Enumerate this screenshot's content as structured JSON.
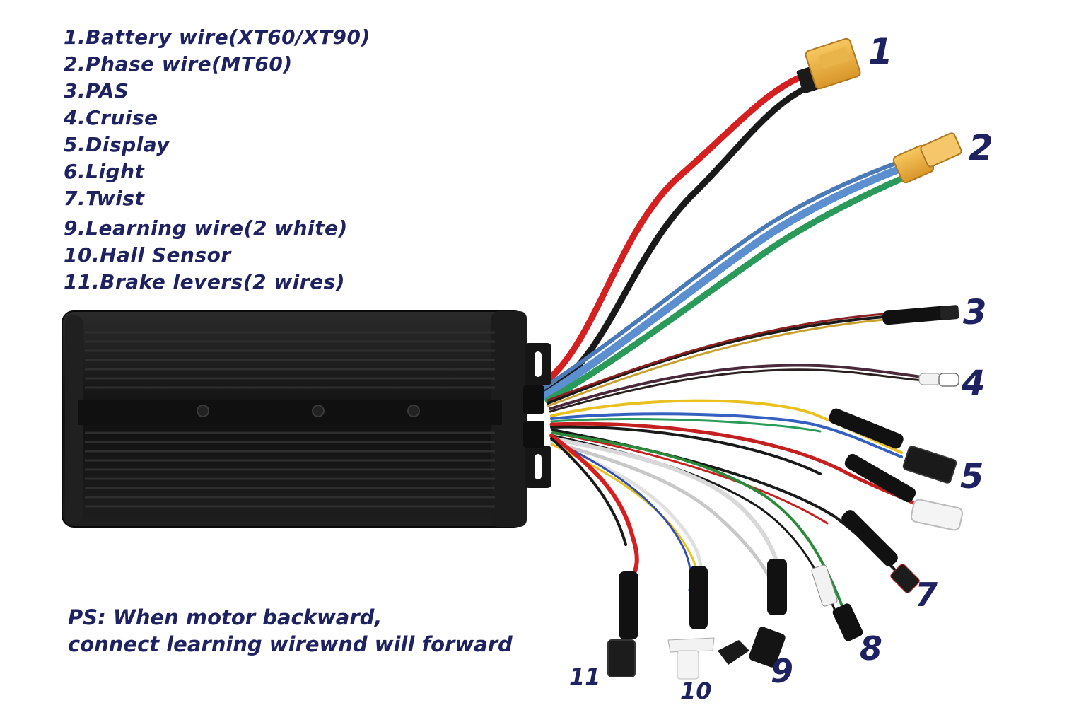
{
  "legend": [
    "1.Battery wire(XT60/XT90)",
    "2.Phase wire(MT60)",
    "3.PAS",
    "4.Cruise",
    "5.Display",
    "6.Light",
    "7.Twist",
    "9.Learning wire(2 white)",
    "10.Hall Sensor",
    "11.Brake levers(2 wires)"
  ],
  "note": {
    "line1": "PS: When motor backward,",
    "line2": "connect learning wirewnd will forward"
  },
  "callouts": [
    "1",
    "2",
    "3",
    "4",
    "5",
    "7",
    "8",
    "9",
    "10",
    "11"
  ],
  "colors": {
    "text": "#1f2260",
    "housing": "#151515",
    "connector_xt60": "#f2b035",
    "connector_mt60": "#f0b050",
    "wire_red": "#d42020",
    "wire_black": "#1a1a1a",
    "wire_blue": "#5b8fd0",
    "wire_green": "#2a9a5a",
    "wire_yellow": "#e8c020"
  }
}
